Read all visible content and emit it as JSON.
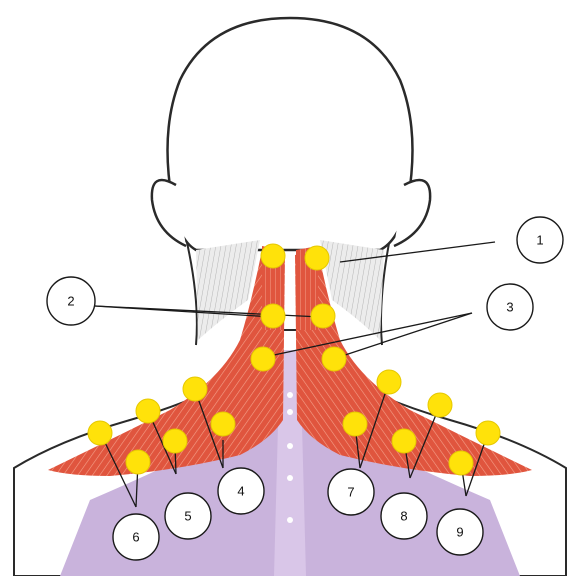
{
  "figure": {
    "colors": {
      "muscle": "#e0553e",
      "muscle_light": "#f08a70",
      "bone": "#c9b3dc",
      "skin_outline": "#2a2a2a",
      "tendon": "#dadada",
      "point": "#ffe20a",
      "point_edge": "#e6c800",
      "callout_line": "#1a1a1a"
    },
    "callouts": [
      {
        "id": "callout-1",
        "label": "1"
      },
      {
        "id": "callout-2",
        "label": "2"
      },
      {
        "id": "callout-3",
        "label": "3"
      },
      {
        "id": "callout-4",
        "label": "4"
      },
      {
        "id": "callout-5",
        "label": "5"
      },
      {
        "id": "callout-6",
        "label": "6"
      },
      {
        "id": "callout-7",
        "label": "7"
      },
      {
        "id": "callout-8",
        "label": "8"
      },
      {
        "id": "callout-9",
        "label": "9"
      }
    ]
  }
}
